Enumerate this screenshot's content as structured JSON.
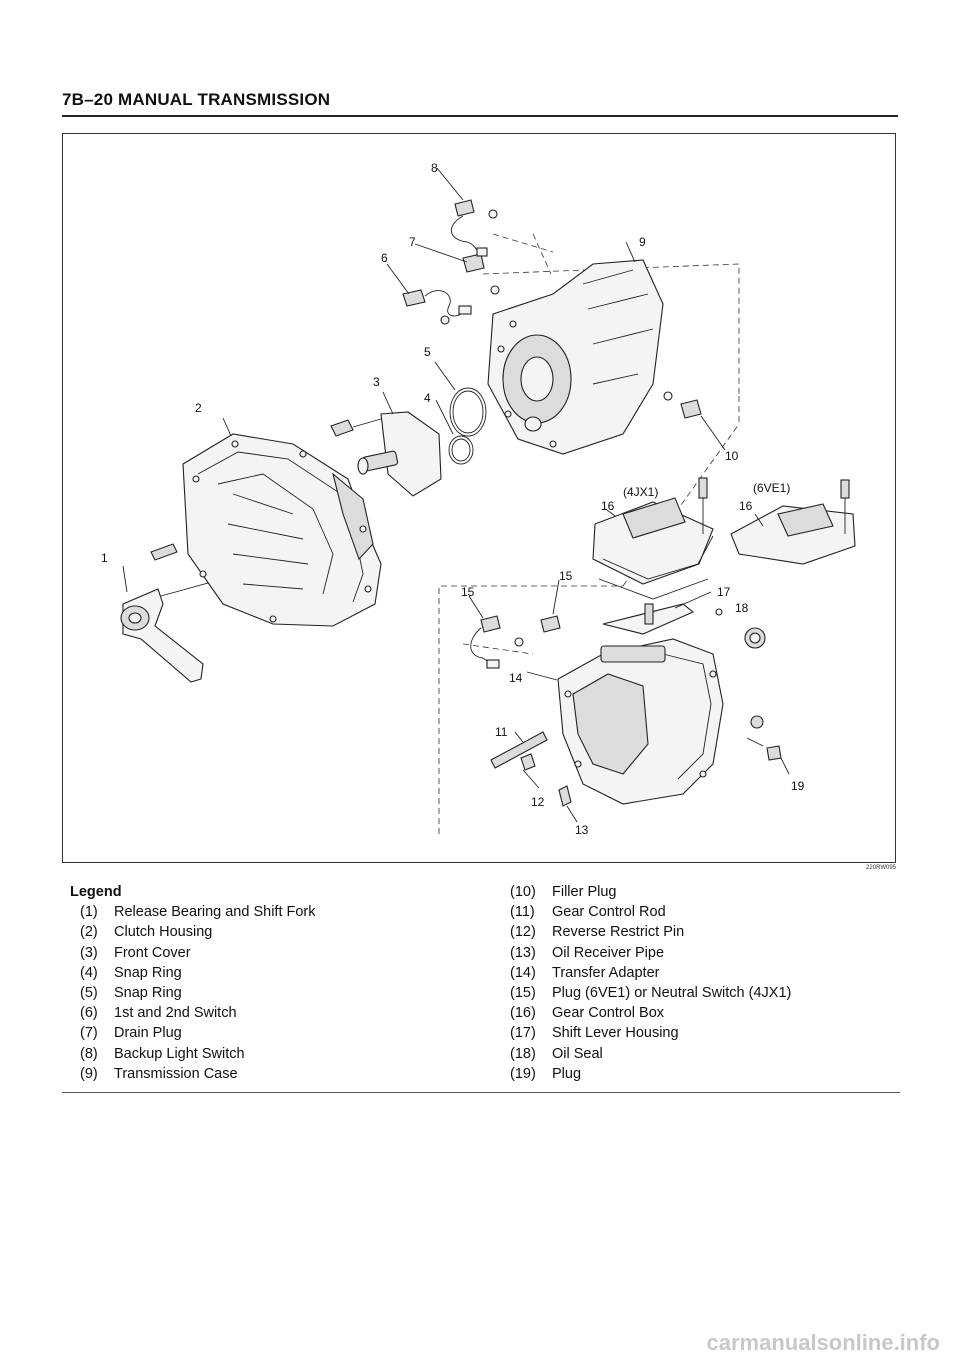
{
  "header": {
    "title": "7B–20  MANUAL TRANSMISSION"
  },
  "figure": {
    "code": "220RW095",
    "callouts": {
      "c1": "1",
      "c2": "2",
      "c3": "3",
      "c4": "4",
      "c5": "5",
      "c6": "6",
      "c7": "7",
      "c8": "8",
      "c9": "9",
      "c10": "10",
      "c11": "11",
      "c12": "12",
      "c13": "13",
      "c14": "14",
      "c15a": "15",
      "c15b": "15",
      "c16a": "16",
      "c16b": "16",
      "c17": "17",
      "c18": "18",
      "c19": "19"
    },
    "variant_4jx1": "(4JX1)",
    "variant_6ve1": "(6VE1)"
  },
  "legend": {
    "title": "Legend",
    "left": [
      {
        "num": "(1)",
        "text": "Release Bearing and Shift Fork"
      },
      {
        "num": "(2)",
        "text": "Clutch Housing"
      },
      {
        "num": "(3)",
        "text": "Front Cover"
      },
      {
        "num": "(4)",
        "text": "Snap Ring"
      },
      {
        "num": "(5)",
        "text": "Snap Ring"
      },
      {
        "num": "(6)",
        "text": "1st and 2nd Switch"
      },
      {
        "num": "(7)",
        "text": "Drain Plug"
      },
      {
        "num": "(8)",
        "text": "Backup Light Switch"
      },
      {
        "num": "(9)",
        "text": "Transmission Case"
      }
    ],
    "right": [
      {
        "num": "(10)",
        "text": "Filler Plug"
      },
      {
        "num": "(11)",
        "text": "Gear Control Rod"
      },
      {
        "num": "(12)",
        "text": "Reverse Restrict Pin"
      },
      {
        "num": "(13)",
        "text": "Oil Receiver Pipe"
      },
      {
        "num": "(14)",
        "text": "Transfer Adapter"
      },
      {
        "num": "(15)",
        "text": "Plug (6VE1) or Neutral Switch (4JX1)"
      },
      {
        "num": "(16)",
        "text": "Gear Control Box"
      },
      {
        "num": "(17)",
        "text": "Shift Lever Housing"
      },
      {
        "num": "(18)",
        "text": "Oil Seal"
      },
      {
        "num": "(19)",
        "text": "Plug"
      }
    ]
  },
  "watermark": "carmanualsonline.info"
}
